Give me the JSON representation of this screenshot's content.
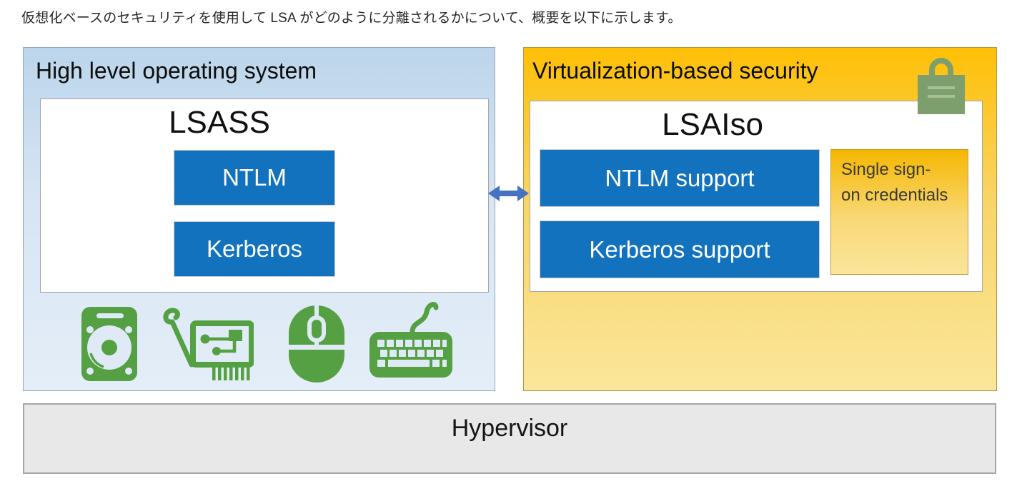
{
  "intro_text": "仮想化ベースのセキュリティを使用して LSA がどのように分離されるかについて、概要を以下に示します。",
  "left_panel": {
    "title": "High level operating system",
    "process_name": "LSASS",
    "modules": [
      "NTLM",
      "Kerberos"
    ],
    "device_icons": [
      "hard-drive",
      "network-card",
      "mouse",
      "keyboard"
    ]
  },
  "right_panel": {
    "title": "Virtualization-based security",
    "process_name": "LSAIso",
    "modules": [
      "NTLM support",
      "Kerberos support"
    ],
    "credentials_label": "Single sign-on credentials",
    "badge_icon": "lock"
  },
  "hypervisor_label": "Hypervisor",
  "connector": {
    "type": "bidirectional-arrow",
    "color": "#4472c4"
  },
  "colors": {
    "module_blue": "#1272bd",
    "panel_left_top": "#bcd5eb",
    "panel_left_bottom": "#e4eef8",
    "panel_right_top": "#febf05",
    "panel_right_bottom": "#fae69b",
    "sso_top": "#f5b700",
    "sso_bottom": "#fbe59a",
    "device_icon_green": "#55a043",
    "lock_green": "#7d9f6e",
    "hypervisor_gray": "#e8e8e8"
  }
}
